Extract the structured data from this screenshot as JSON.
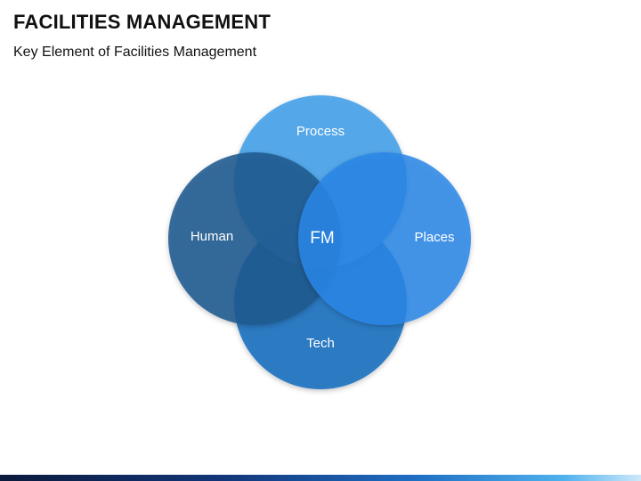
{
  "slide": {
    "title": "FACILITIES MANAGEMENT",
    "subtitle": "Key Element of Facilities Management"
  },
  "diagram": {
    "center_label": "FM",
    "circles": [
      {
        "key": "process",
        "label": "Process",
        "color": "#4aa3e8"
      },
      {
        "key": "human",
        "label": "Human",
        "color": "#1d5b8f"
      },
      {
        "key": "places",
        "label": "Places",
        "color": "#2b86e6"
      },
      {
        "key": "tech",
        "label": "Tech",
        "color": "#1f73c0"
      }
    ]
  },
  "footer": {
    "bar_colors": [
      "#0b1a3c",
      "#1f6fc4",
      "#cfe8fa"
    ]
  }
}
